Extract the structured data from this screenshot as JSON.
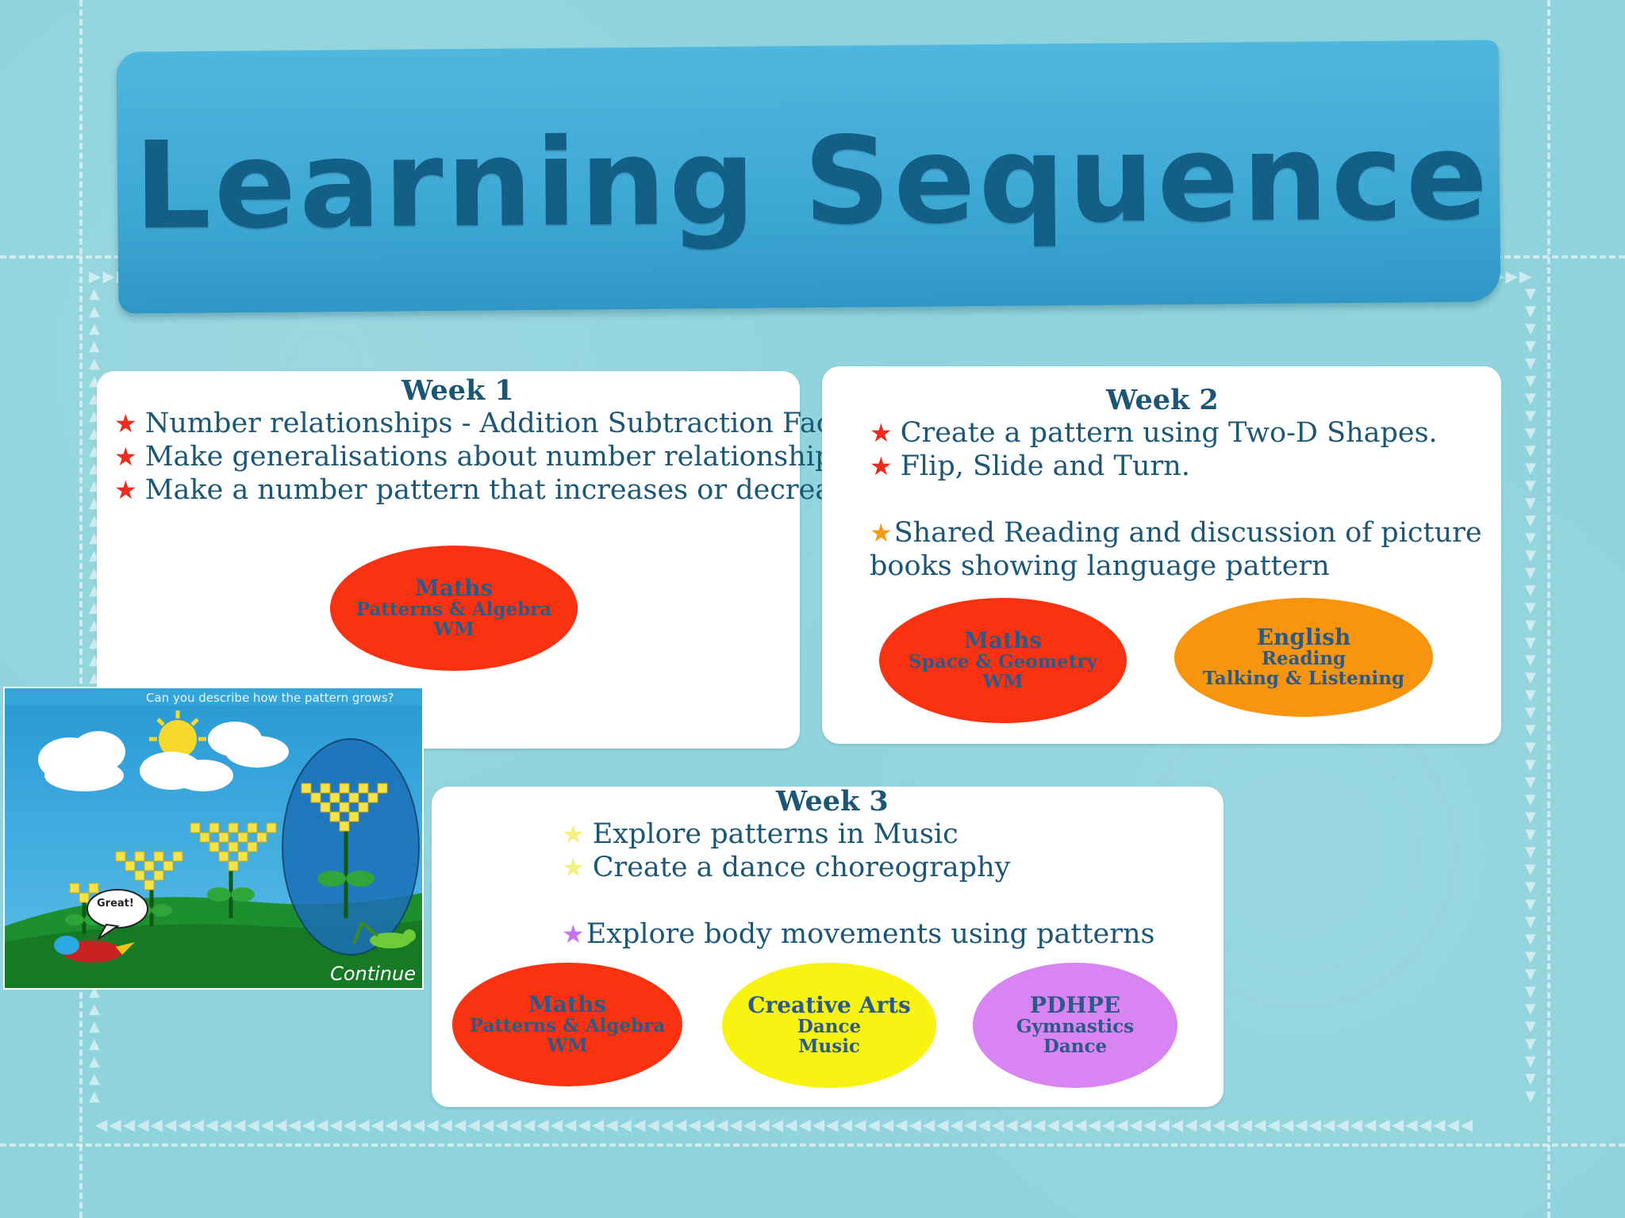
{
  "title": "Learning Sequence",
  "weeks": [
    {
      "title": "Week 1",
      "bullets": [
        "Number relationships - Addition Subtraction Facts",
        "Make generalisations about number relationships",
        "Make a number pattern that increases or decreases"
      ],
      "subjects": [
        {
          "title": "Maths",
          "lines": [
            "Patterns & Algebra",
            "WM"
          ],
          "color": "#fa3212"
        }
      ]
    },
    {
      "title": "Week 2",
      "bullets": [
        "Create a pattern using Two-D Shapes.",
        "Flip, Slide and Turn."
      ],
      "extra_lines": [
        "Shared Reading and discussion of picture",
        "books showing language pattern"
      ],
      "subjects": [
        {
          "title": "Maths",
          "lines": [
            "Space & Geometry",
            "WM"
          ],
          "color": "#fa3212"
        },
        {
          "title": "English",
          "lines": [
            "Reading",
            "Talking & Listening"
          ],
          "color": "#f9940e"
        }
      ]
    },
    {
      "title": "Week 3",
      "bullets": [
        "Explore patterns in Music",
        "Create a dance choreography"
      ],
      "extra_line": "Explore body movements using patterns",
      "subjects": [
        {
          "title": "Maths",
          "lines": [
            "Patterns & Algebra",
            "WM"
          ],
          "color": "#fa3212"
        },
        {
          "title": "Creative Arts",
          "lines": [
            "Dance",
            "Music"
          ],
          "color": "#f8f310"
        },
        {
          "title": "PDHPE",
          "lines": [
            "Gymnastics",
            "Dance"
          ],
          "color": "#d884f3"
        }
      ]
    }
  ],
  "screenshot": {
    "prompt": "Can you describe how the pattern grows?",
    "speech": "Great!",
    "continue_label": "Continue"
  },
  "icons": {
    "bullet_star": "star-icon"
  }
}
